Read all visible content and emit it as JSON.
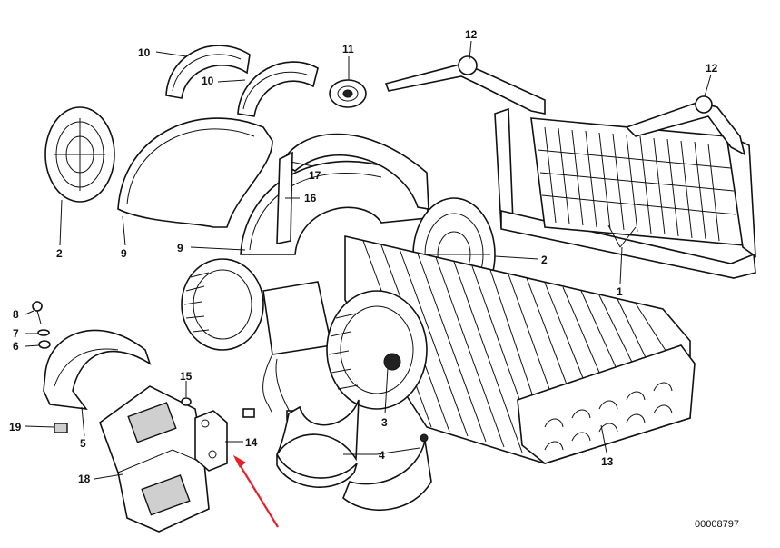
{
  "diagram": {
    "document_number": "00008797",
    "callouts": [
      {
        "id": "c10a",
        "text": "10"
      },
      {
        "id": "c10b",
        "text": "10"
      },
      {
        "id": "c11",
        "text": "11"
      },
      {
        "id": "c12a",
        "text": "12"
      },
      {
        "id": "c12b",
        "text": "12"
      },
      {
        "id": "c2a",
        "text": "2"
      },
      {
        "id": "c2b",
        "text": "2"
      },
      {
        "id": "c9a",
        "text": "9"
      },
      {
        "id": "c9b",
        "text": "9"
      },
      {
        "id": "c17",
        "text": "17"
      },
      {
        "id": "c16",
        "text": "16"
      },
      {
        "id": "c1",
        "text": "1"
      },
      {
        "id": "c8",
        "text": "8"
      },
      {
        "id": "c7",
        "text": "7"
      },
      {
        "id": "c6",
        "text": "6"
      },
      {
        "id": "c15",
        "text": "15"
      },
      {
        "id": "c3",
        "text": "3"
      },
      {
        "id": "c19",
        "text": "19"
      },
      {
        "id": "c5",
        "text": "5"
      },
      {
        "id": "c14",
        "text": "14"
      },
      {
        "id": "c4",
        "text": "4"
      },
      {
        "id": "c13",
        "text": "13"
      },
      {
        "id": "c18",
        "text": "18"
      }
    ],
    "highlight_arrow_color": "#e8202a"
  }
}
